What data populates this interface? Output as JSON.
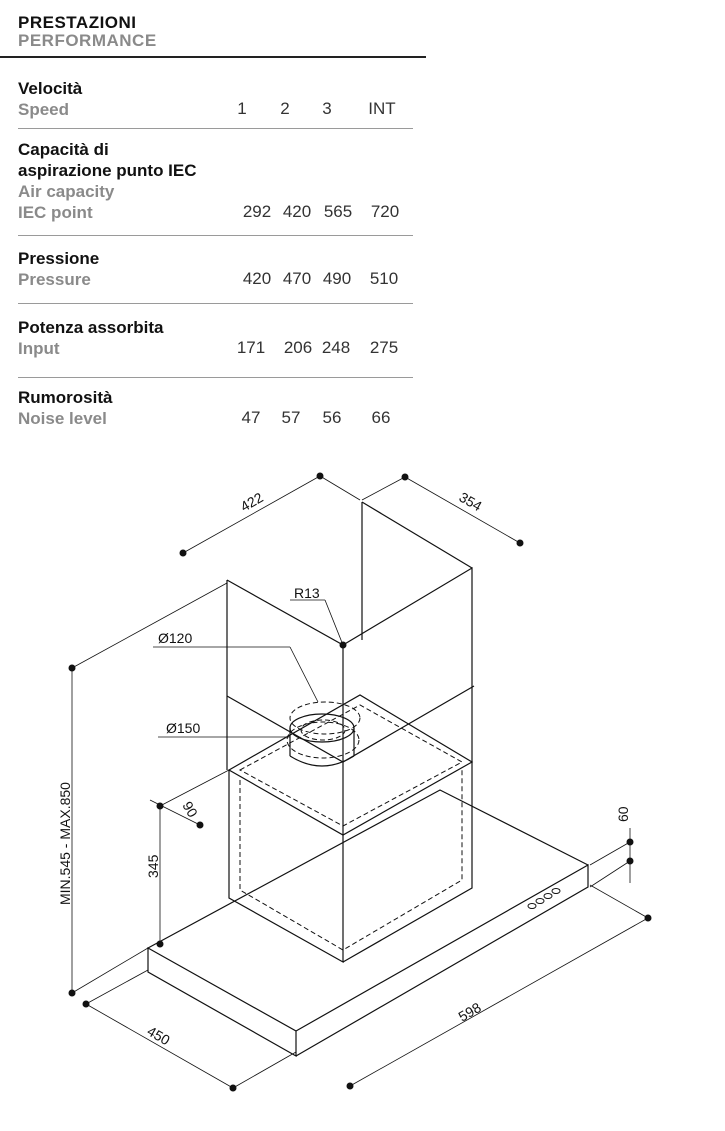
{
  "header": {
    "title_it": "PRESTAZIONI",
    "title_en": "PERFORMANCE"
  },
  "table": {
    "rows": [
      {
        "label_it": "Velocità",
        "label_it2": "",
        "label_en": "Speed",
        "label_en2": "",
        "values": [
          "1",
          "2",
          "3",
          "INT"
        ]
      },
      {
        "label_it": "Capacità di",
        "label_it2": "aspirazione punto IEC",
        "label_en": "Air capacity",
        "label_en2": "IEC point",
        "values": [
          "292",
          "420",
          "565",
          "720"
        ]
      },
      {
        "label_it": "Pressione",
        "label_it2": "",
        "label_en": "Pressure",
        "label_en2": "",
        "values": [
          "420",
          "470",
          "490",
          "510"
        ]
      },
      {
        "label_it": "Potenza assorbita",
        "label_it2": "",
        "label_en": "Input",
        "label_en2": "",
        "values": [
          "171",
          "206",
          "248",
          "275"
        ]
      },
      {
        "label_it": "Rumorosità",
        "label_it2": "",
        "label_en": "Noise level",
        "label_en2": "",
        "values": [
          "47",
          "57",
          "56",
          "66"
        ]
      }
    ]
  },
  "drawing": {
    "dim_top_width": "422",
    "dim_top_depth": "354",
    "dim_radius": "R13",
    "dim_diam_120": "Ø120",
    "dim_diam_150": "Ø150",
    "dim_height_range": "MIN.545 - MAX.850",
    "dim_chimney_gap": "90",
    "dim_canopy_height": "345",
    "dim_base_height": "60",
    "dim_base_width": "598",
    "dim_base_depth": "450"
  }
}
